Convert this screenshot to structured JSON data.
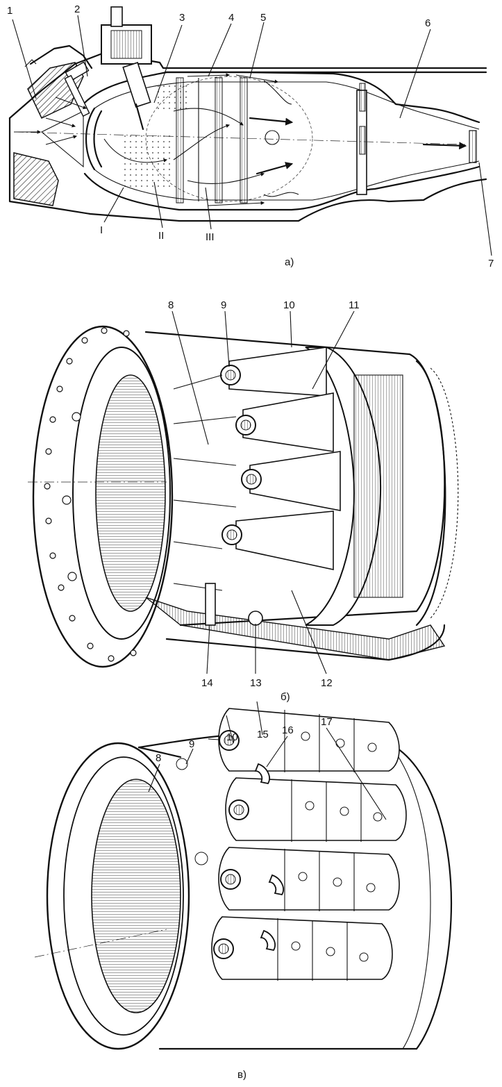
{
  "panels": [
    {
      "id": "a",
      "caption": "а)"
    },
    {
      "id": "b",
      "caption": "б)"
    },
    {
      "id": "v",
      "caption": "в)"
    }
  ],
  "labels_a": [
    "1",
    "2",
    "3",
    "4",
    "5",
    "6",
    "7",
    "I",
    "II",
    "III"
  ],
  "labels_b": [
    "8",
    "9",
    "10",
    "11",
    "12",
    "13",
    "14"
  ],
  "labels_v": [
    "8",
    "9",
    "10",
    "15",
    "16",
    "17"
  ]
}
